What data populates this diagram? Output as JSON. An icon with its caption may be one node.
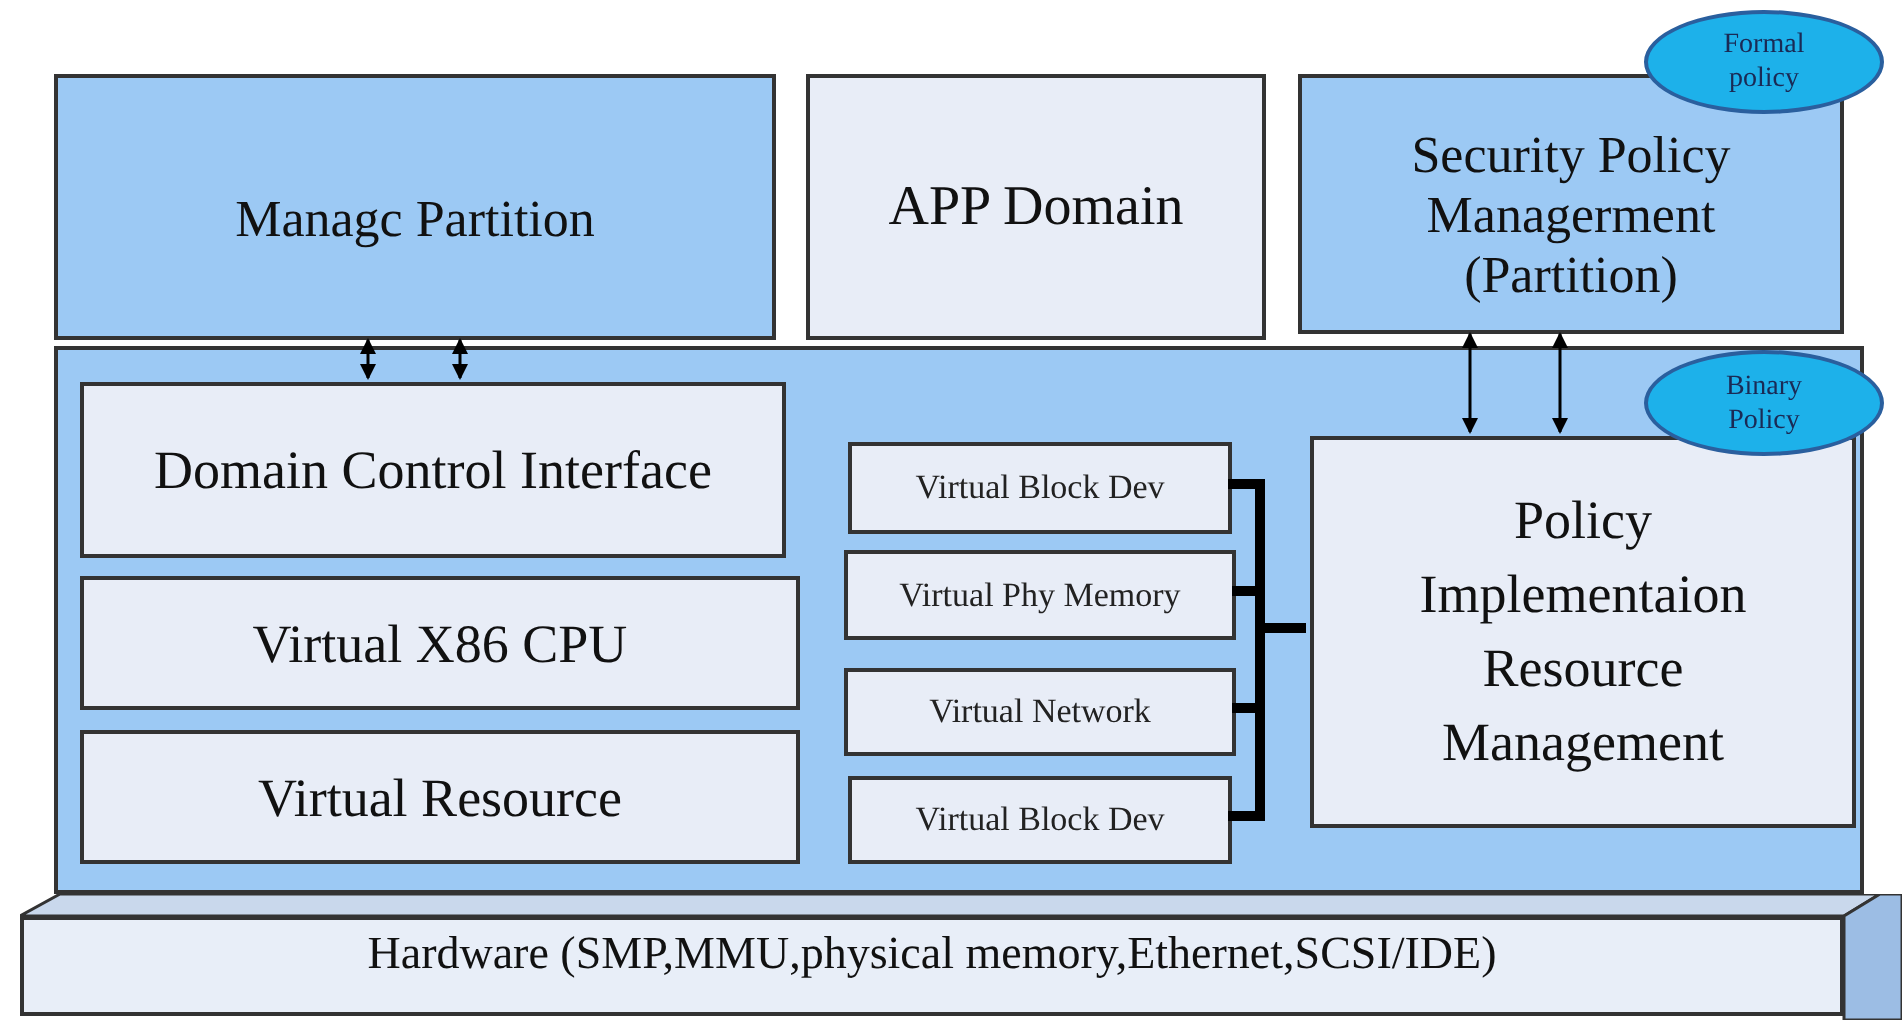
{
  "diagram": {
    "nodes": [
      {
        "text": [
          "Managc Partition"
        ]
      },
      {
        "text": [
          "APP Domain"
        ]
      },
      {
        "text": [
          "Security Policy Managerment (Partition)"
        ]
      },
      {
        "text": [
          "Formal policy"
        ]
      },
      {
        "text": [],
        "shape": "box"
      },
      {
        "text": [
          "Domain  Control Interface"
        ],
        "in": 4
      },
      {
        "text": [
          "Virtual X86 CPU"
        ],
        "in": 4
      },
      {
        "text": [
          "Virtual Resource"
        ],
        "in": 4
      },
      {
        "text": [
          "Virtual Block Dev"
        ],
        "in": 4
      },
      {
        "text": [
          "Virtual Phy Memory"
        ],
        "in": 4
      },
      {
        "text": [
          "Virtual Network"
        ],
        "in": 4
      },
      {
        "text": [
          "Virtual Block Dev"
        ],
        "in": 4
      },
      {
        "text": [
          "Policy Implementaion Resource Management"
        ],
        "in": 4
      },
      {
        "text": [
          "Binary Policy"
        ]
      },
      {
        "text": [
          "Hardware (SMP,MMU,physical memory,Ethernet,SCSI/IDE)"
        ]
      }
    ],
    "edges": [
      {
        "from": 0,
        "to": 5,
        "arrow": "both"
      },
      {
        "from": 0,
        "to": 5,
        "arrow": "both"
      },
      {
        "from": 2,
        "to": 12,
        "arrow": "both"
      },
      {
        "from": 2,
        "to": 12,
        "arrow": "both"
      },
      {
        "from": 8,
        "to": 12,
        "arrow": "none",
        "style": "thick"
      },
      {
        "from": 9,
        "to": 12,
        "arrow": "none",
        "style": "thick"
      },
      {
        "from": 10,
        "to": 12,
        "arrow": "none",
        "style": "thick"
      },
      {
        "from": 11,
        "to": 12,
        "arrow": "none",
        "style": "thick"
      }
    ]
  }
}
